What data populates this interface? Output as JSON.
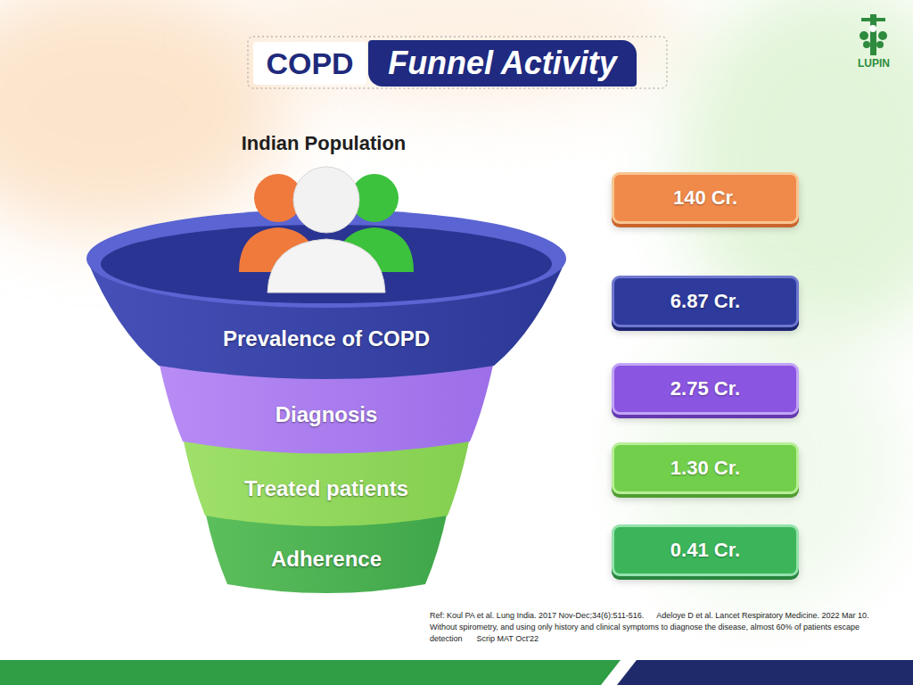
{
  "diagram": {
    "nodes": [
      {
        "text": [
          "COPD"
        ]
      },
      {
        "text": [
          "Funnel Activity"
        ]
      },
      {
        "text": [
          "Prevalence of COPD"
        ]
      },
      {
        "text": [
          "Diagnosis"
        ]
      },
      {
        "text": [
          "Treated patients"
        ]
      },
      {
        "text": [
          "Adherence"
        ]
      },
      {
        "text": [
          "140 Cr."
        ]
      },
      {
        "text": [
          "6.87 Cr."
        ]
      },
      {
        "text": [
          "2.75 Cr."
        ]
      },
      {
        "text": [
          "1.30 Cr."
        ]
      },
      {
        "text": [
          "0.41 Cr."
        ]
      }
    ],
    "labels": [
      "LUPIN",
      "Indian Population",
      "Ref: Koul PA et al. Lung India. 2017 Nov-Dec;34(6):511-516.",
      "Adeloye D et al. Lancet Respiratory Medicine. 2022 Mar 10.",
      "Without spirometry, and using only history and clinical symptoms to diagnose the disease, almost 60% of patients escape detection",
      "Scrip MAT Oct'22"
    ]
  }
}
